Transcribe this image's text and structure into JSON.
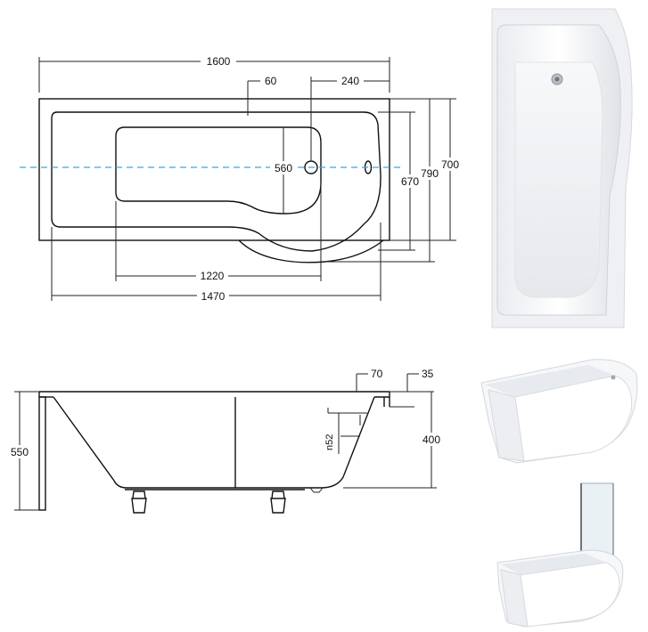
{
  "top_view": {
    "overall_length": "1600",
    "dim_60": "60",
    "dim_240": "240",
    "inner_width": "560",
    "width_670": "670",
    "width_790": "790",
    "width_700": "700",
    "inner_length": "1220",
    "length_1470": "1470"
  },
  "side_view": {
    "dim_70": "70",
    "dim_35": "35",
    "height_550": "550",
    "height_400": "400",
    "overflow_label": "n52"
  },
  "colors": {
    "line": "#222222",
    "center_axis": "#3aa6d8"
  },
  "icons": [
    "bathtub-top-photo",
    "bathtub-panel-photo",
    "bathtub-screen-photo"
  ]
}
